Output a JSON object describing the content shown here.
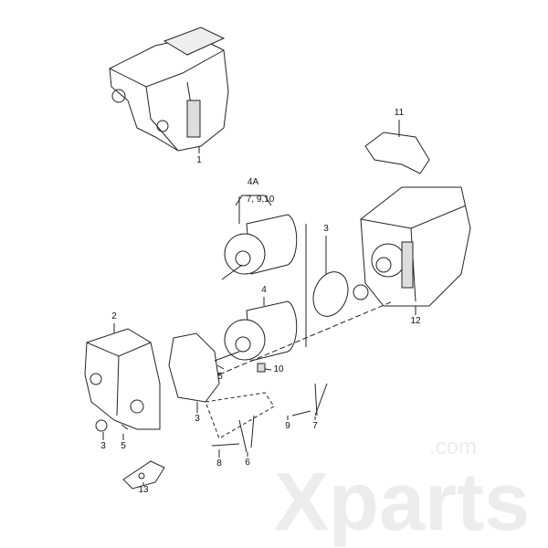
{
  "watermark": {
    "brand": "Xparts",
    "suffix": ".com"
  },
  "callouts": {
    "c1": "1",
    "c11": "11",
    "c4a": "4A",
    "c4a_sub": "7, 9,10",
    "c3a": "3",
    "c4": "4",
    "c2": "2",
    "c12": "12",
    "c10": "10",
    "c5a": "5",
    "c3b": "3",
    "c9": "9",
    "c7": "7",
    "c3c": "3",
    "c5b": "5",
    "c8": "8",
    "c6": "6",
    "c13": "13"
  }
}
